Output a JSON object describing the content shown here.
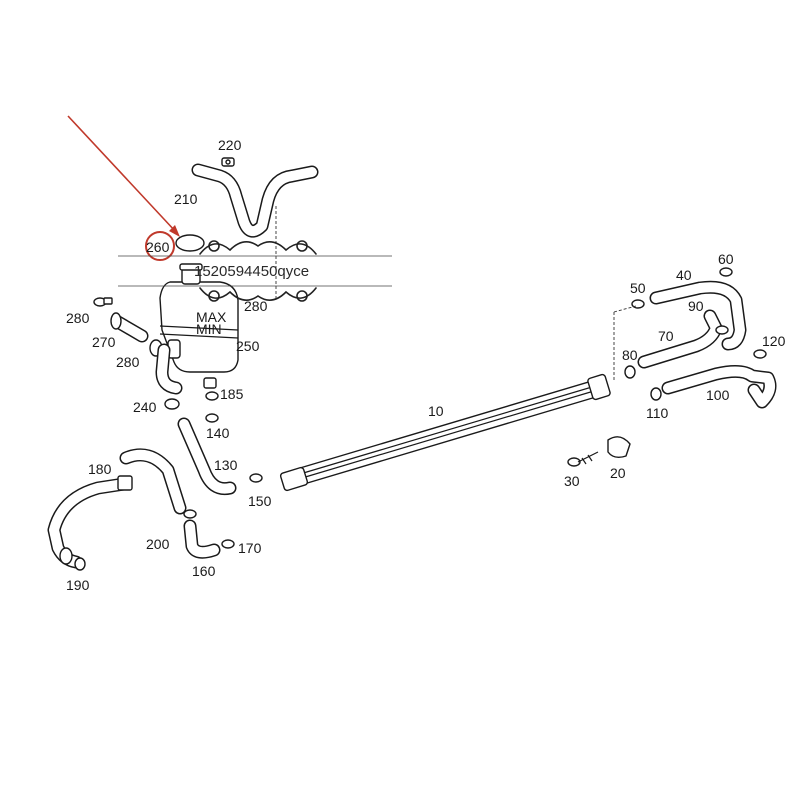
{
  "watermark": {
    "text": "1520594450qyce"
  },
  "highlight": {
    "color": "#c0392b",
    "part": "260"
  },
  "callouts": [
    {
      "id": "10",
      "label": "10"
    },
    {
      "id": "20",
      "label": "20"
    },
    {
      "id": "30",
      "label": "30"
    },
    {
      "id": "40",
      "label": "40"
    },
    {
      "id": "50",
      "label": "50"
    },
    {
      "id": "60",
      "label": "60"
    },
    {
      "id": "70",
      "label": "70"
    },
    {
      "id": "80",
      "label": "80"
    },
    {
      "id": "90",
      "label": "90"
    },
    {
      "id": "100",
      "label": "100"
    },
    {
      "id": "110",
      "label": "110"
    },
    {
      "id": "120",
      "label": "120"
    },
    {
      "id": "130",
      "label": "130"
    },
    {
      "id": "140",
      "label": "140"
    },
    {
      "id": "150",
      "label": "150"
    },
    {
      "id": "160",
      "label": "160"
    },
    {
      "id": "170",
      "label": "170"
    },
    {
      "id": "180",
      "label": "180"
    },
    {
      "id": "185",
      "label": "185"
    },
    {
      "id": "190",
      "label": "190"
    },
    {
      "id": "200",
      "label": "200"
    },
    {
      "id": "210",
      "label": "210"
    },
    {
      "id": "220",
      "label": "220"
    },
    {
      "id": "240",
      "label": "240"
    },
    {
      "id": "250",
      "label": "250"
    },
    {
      "id": "260",
      "label": "260"
    },
    {
      "id": "270",
      "label": "270"
    },
    {
      "id": "280a",
      "label": "280"
    },
    {
      "id": "280b",
      "label": "280"
    },
    {
      "id": "280c",
      "label": "280"
    }
  ],
  "tank_marks": {
    "max": "MAX",
    "min": "MIN"
  }
}
